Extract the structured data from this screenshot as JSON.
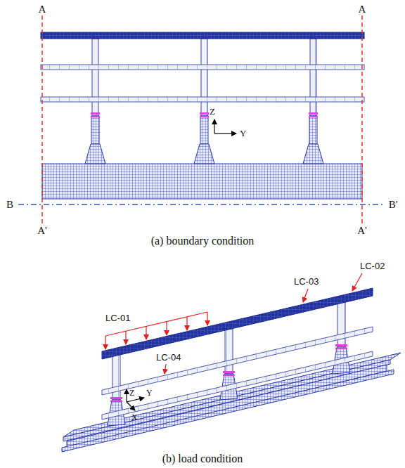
{
  "diagram": {
    "labels": [
      "A",
      "A",
      "A'",
      "A'",
      "B",
      "B'",
      "Z",
      "Y",
      "(a) boundary condition",
      "LC-02",
      "LC-03",
      "LC-01",
      "LC-04",
      "Z",
      "Y",
      "X",
      "(b) load condition"
    ]
  }
}
